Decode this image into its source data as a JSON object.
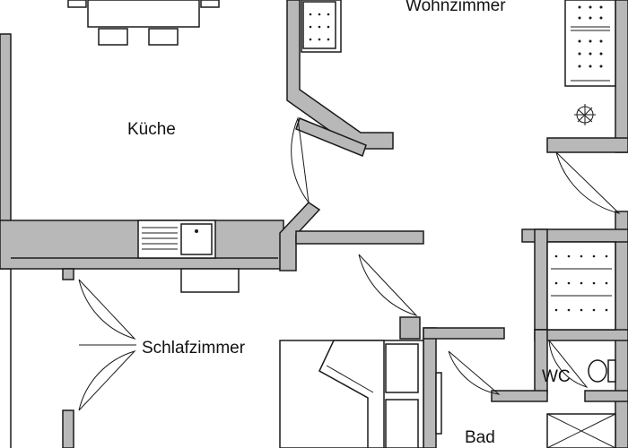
{
  "rooms": {
    "living": "Wohnzimmer",
    "kitchen": "Küche",
    "bedroom": "Schlafzimmer",
    "wc": "WC",
    "bath": "Bad"
  },
  "colors": {
    "wall_fill": "#b8b8b8",
    "line": "#1a1a1a",
    "background": "#ffffff"
  }
}
